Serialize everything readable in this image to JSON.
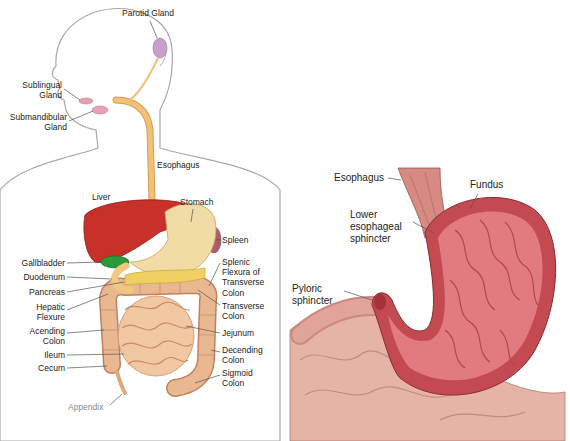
{
  "diagram": {
    "labels": [
      "Parotid Gland",
      "Sublingual Gland",
      "Submandibular Gland",
      "Esophagus",
      "Liver",
      "Stomach",
      "Spleen",
      "Gallbladder",
      "Duodenum",
      "Splenic Flexura of Transverse Colon",
      "Pancreas",
      "Transverse Colon",
      "Hepatic Flexure",
      "Acending Colon",
      "Jejunum",
      "Ileum",
      "Decending Colon",
      "Cecum",
      "Sigmoid Colon",
      "Appendix",
      "Esophagus",
      "Fundus",
      "Lower esophageal sphincter",
      "Pyloric sphincter"
    ]
  }
}
